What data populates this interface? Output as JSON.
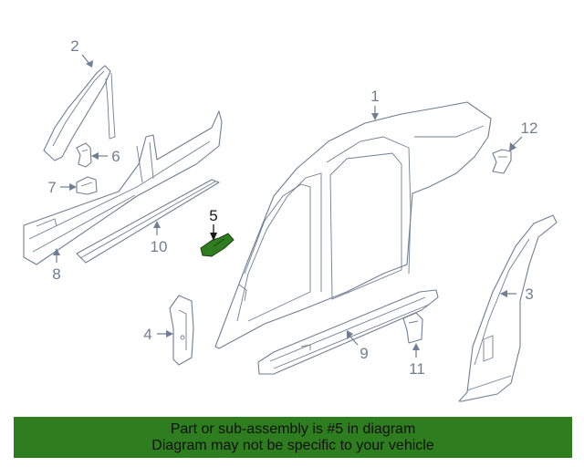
{
  "callouts": {
    "c1": "1",
    "c2": "2",
    "c3": "3",
    "c4": "4",
    "c5": "5",
    "c6": "6",
    "c7": "7",
    "c8": "8",
    "c9": "9",
    "c10": "10",
    "c11": "11",
    "c12": "12"
  },
  "highlight_color": "#2e7d1e",
  "banner": {
    "line1": "Part or sub-assembly is #5 in diagram",
    "line2": "Diagram may not be specific to your vehicle",
    "background": "#2e7d1e"
  }
}
